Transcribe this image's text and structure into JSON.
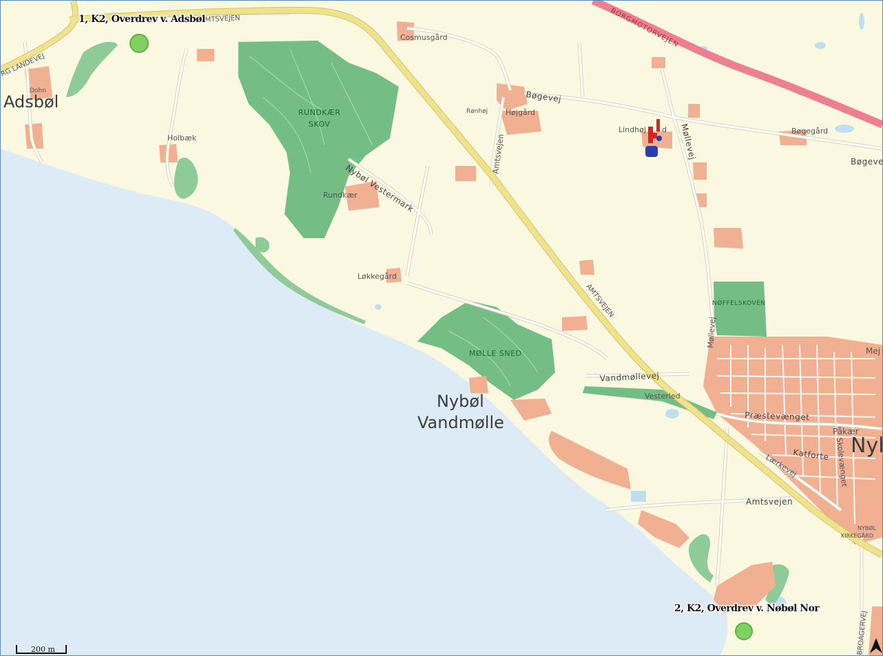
{
  "map": {
    "colors": {
      "land": "#fbf8e2",
      "water": "#dcebf5",
      "forest": "#74be86",
      "urban": "#f2b093",
      "road_major": "#efe28c",
      "road_minor": "#ffffff",
      "motorway": "#ee7f90",
      "measuring_point": "#7fd160",
      "marker_red": "#e02020",
      "marker_blue": "#2a3faf"
    },
    "towns": {
      "adsbol": "Adsbøl",
      "nybol_vandmolle_1": "Nybøl",
      "nybol_vandmolle_2": "Vandmølle",
      "nyb_partial": "Nyb"
    },
    "places": {
      "dohn": "Dohn",
      "holbaek": "Holbæk",
      "cosmusgard": "Cosmusgård",
      "ronhoj": "Rønhøj",
      "hojgard": "Højgård",
      "lindhoj": "Lindhøj",
      "lindhoj_tail": "d",
      "bogegard": "Bøgegård",
      "rundkaer": "Rundkær",
      "lokkegard": "Løkkegård",
      "vesterled": "Vesterled",
      "pakaer": "Påkær",
      "katforte": "Katforte",
      "mej": "Mej",
      "nybol_kirkegard_1": "NYBØL",
      "nybol_kirkegard_2": "KIRKEGÅRD"
    },
    "roads": {
      "amtsvejen_top": "AMTSVEJEN",
      "landevej": "RG LANDEVEJ",
      "motorvej": "BORGMOTORVEJEN",
      "bogevej": "Bøgevej",
      "bogevej_right": "Bøgeve",
      "amtsvejen_vertical": "Amtsvejen",
      "nybol_vestermark": "Nybøl Vestermark",
      "mollevej_top": "Møllevej",
      "mollevej_mid": "Møllevej",
      "amtsvejen_diag": "AMTSVEJEN",
      "vandmollevej": "Vandmøllevej",
      "praestevaenget": "Præstevænget",
      "skolevaenget": "Skolevænget",
      "laerkevej": "Lærkevej",
      "amtsvejen_bottom": "Amtsvejen",
      "broagervej": "BROAGERVEJ"
    },
    "forests": {
      "rundkaer_skov_1": "RUNDKÆR",
      "rundkaer_skov_2": "SKOV",
      "molle_sned": "MØLLE SNED",
      "noffelskoven": "NØFFELSKOVEN"
    },
    "measuring_points": [
      {
        "id": "1",
        "label": "1, K2, Overdrev v. Adsbøl"
      },
      {
        "id": "2",
        "label": "2, K2, Overdrev v. Nøbøl Nor"
      }
    ],
    "scale_bar": {
      "label": "200 m"
    },
    "north_arrow": {
      "icon": "north-arrow-icon"
    }
  }
}
